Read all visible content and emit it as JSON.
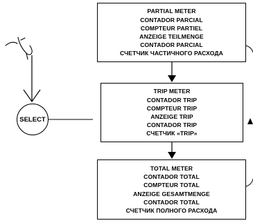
{
  "boxes": {
    "partial": {
      "lines": [
        "PARTIAL METER",
        "CONTADOR PARCIAL",
        "COMPTEUR PARTIEL",
        "ANZEIGE TEILMENGE",
        "CONTADOR PARCIAL",
        "СЧЕТЧИК ЧАСТИЧНОГО РАСХОДА"
      ]
    },
    "trip": {
      "lines": [
        "TRIP METER",
        "CONTADOR TRIP",
        "COMPTEUR TRIP",
        "ANZEIGE TRIP",
        "CONTADOR TRIP",
        "СЧЕТЧИК «TRIP»"
      ]
    },
    "total": {
      "lines": [
        "TOTAL METER",
        "CONTADOR TOTAL",
        "COMPTEUR TOTAL",
        "ANZEIGE GESAMTMENGE",
        "CONTADOR TOTAL",
        "СЧЕТЧИК ПОЛНОГО РАСХОДА"
      ]
    }
  },
  "select_button": {
    "label": "SELECT"
  },
  "icons": {
    "hand": "pointing-finger-icon"
  },
  "colors": {
    "line": "#000000",
    "background": "#ffffff"
  }
}
